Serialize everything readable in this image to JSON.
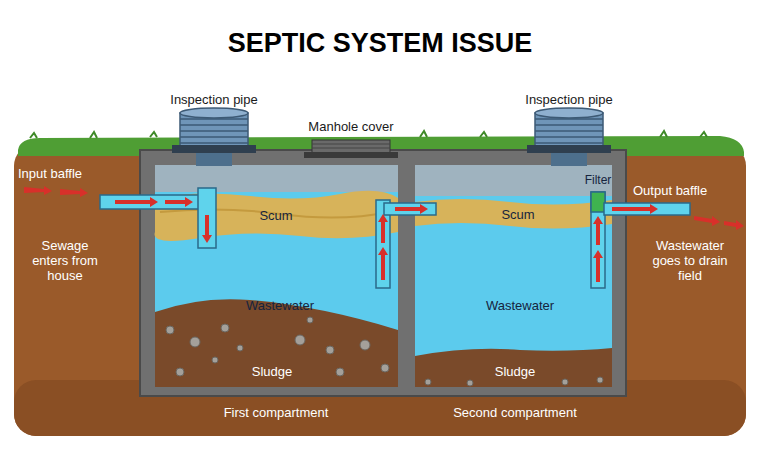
{
  "diagram": {
    "title": "SEPTIC SYSTEM ISSUE",
    "labels": [
      "Inspection pipe",
      "Manhole cover",
      "Inspection pipe",
      "Filter",
      "Input baffle",
      "Output baffle",
      "Scum",
      "Scum",
      "Sewage enters from house",
      "Wastewater goes to drain field",
      "Wastewater",
      "Wastewater",
      "Sludge",
      "Sludge",
      "First compartment",
      "Second compartment"
    ]
  }
}
